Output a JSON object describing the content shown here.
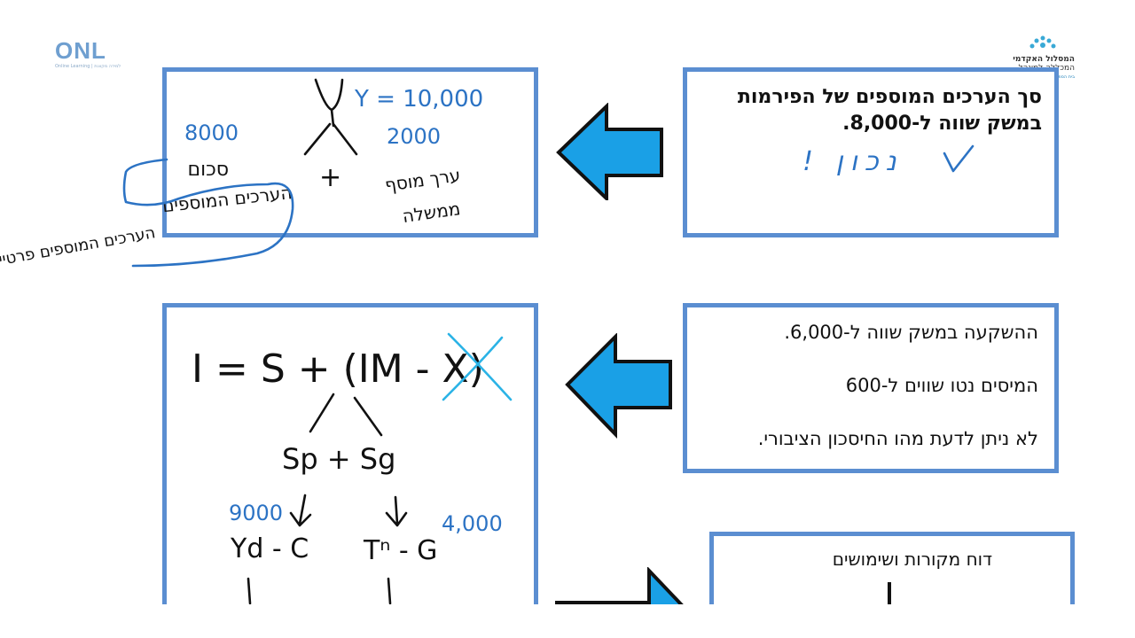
{
  "logos": {
    "onl": {
      "mark": "ONL",
      "tagline": "Online Learning | למידה מקוונת"
    },
    "college": {
      "line1": "המסלול האקדמי",
      "line2": "המכללה למינהל",
      "line3": "בית הספר למינהל עסקים"
    }
  },
  "panels": {
    "p1": {
      "line1": "סך הערכים המוספים של הפירמות",
      "line2": "במשק שווה ל-8,000.",
      "handwritten_verdict": "נכון !"
    },
    "p2": {
      "line1": "ההשקעה במשק שווה ל-6,000.",
      "line2": "המיסים נטו שווים ל-600",
      "line3": "לא ניתן לדעת מהו החיסכון הציבורי."
    },
    "p3": {
      "title": "דוח מקורות ושימושים"
    }
  },
  "notes1": {
    "y_eq": "Y = 10,000",
    "v8000": "8000",
    "v2000": "2000",
    "sum_label": "סכום",
    "sum_label2": "הערכים המוספים",
    "plus": "+",
    "govt1": "ערך מוסף",
    "govt2": "ממשלה",
    "private": "הערכים המוספים פרטיים"
  },
  "notes2": {
    "eq": "I = S + (IM - X)",
    "sp": "Sp + Sg",
    "v9000": "9000",
    "v4000": "4,000",
    "yd": "Yd - C",
    "tn": "Tⁿ - G"
  },
  "colors": {
    "frame": "#5b8ed1",
    "arrow": "#1aa0e6",
    "ink_blue": "#2c73c4",
    "ink_black": "#111111",
    "ink_cyan": "#2bb3e6"
  },
  "icons": [
    "onl-logo",
    "college-logo",
    "left-arrow-icon",
    "checkmark-icon"
  ]
}
